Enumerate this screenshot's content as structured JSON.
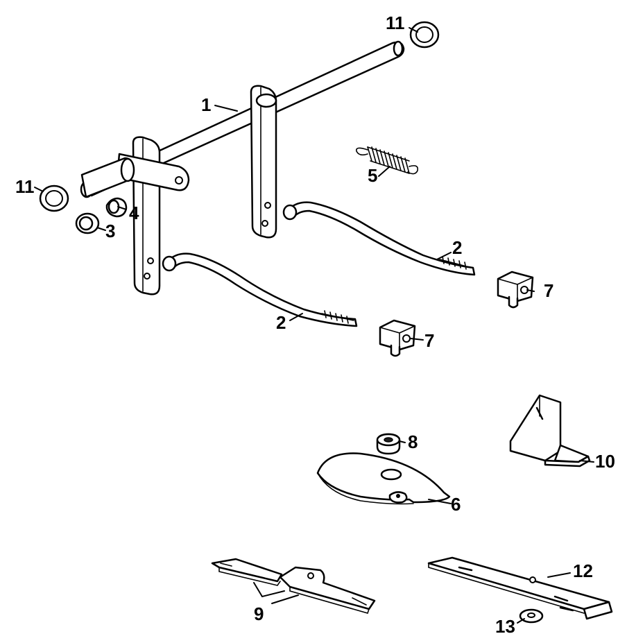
{
  "callouts": {
    "c1": "1",
    "c2a": "2",
    "c2b": "2",
    "c3": "3",
    "c4": "4",
    "c5": "5",
    "c6": "6",
    "c7a": "7",
    "c7b": "7",
    "c8": "8",
    "c9": "9",
    "c10": "10",
    "c11a": "11",
    "c11b": "11",
    "c12": "12",
    "c13": "13"
  },
  "colors": {
    "line": "#000000",
    "background": "#ffffff"
  }
}
